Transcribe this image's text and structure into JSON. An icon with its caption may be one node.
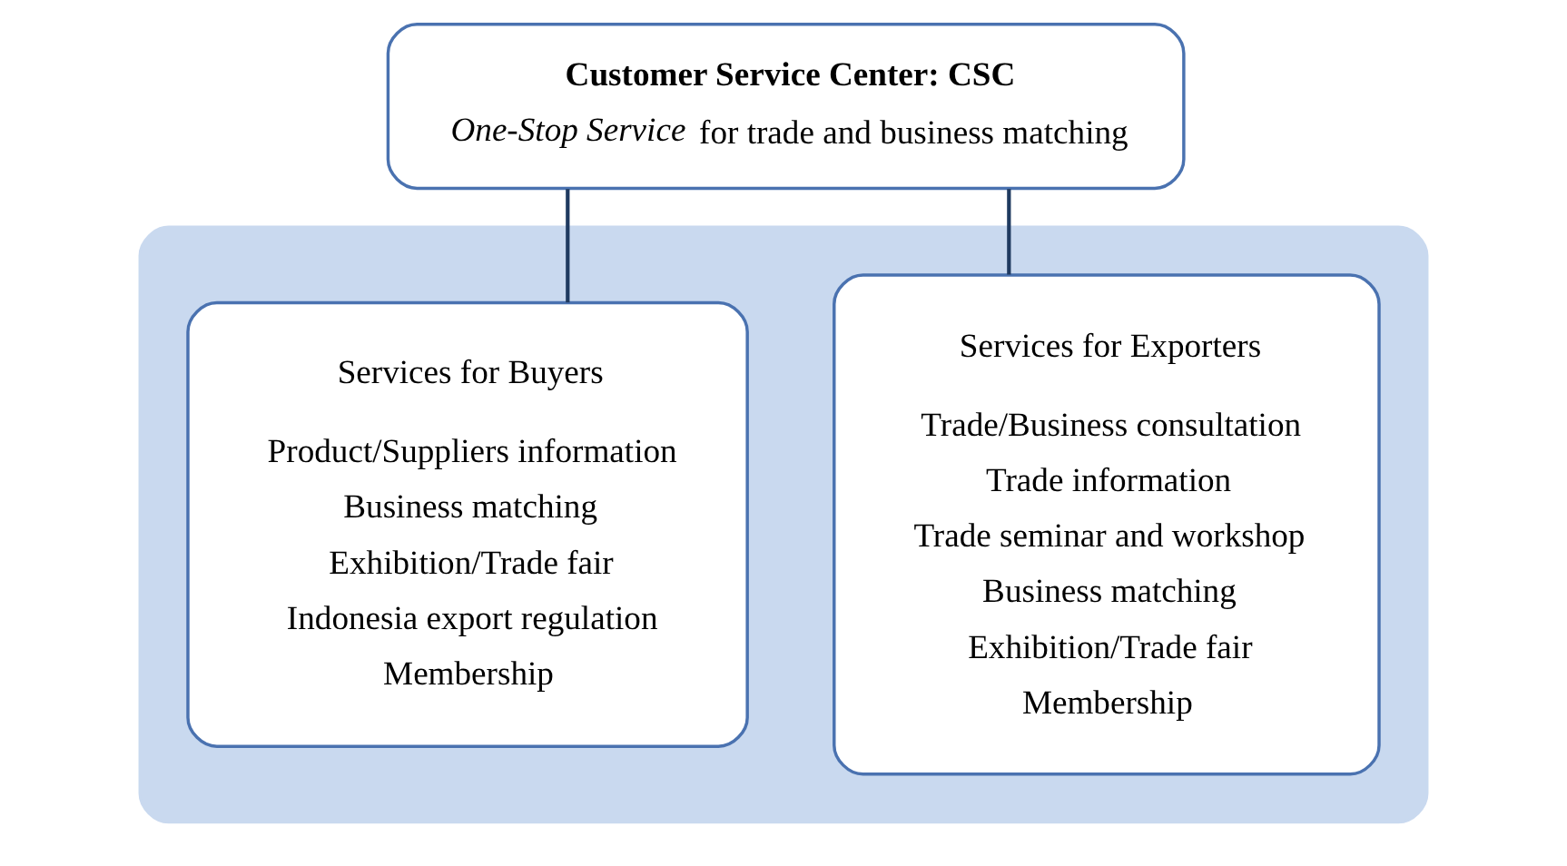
{
  "diagram": {
    "nodes": [
      {
        "text": [
          "Customer Service Center: CSC",
          "*One-Stop Service* for trade and business matching"
        ]
      },
      {
        "text": [],
        "shape": "box"
      },
      {
        "text": [
          "Services for Exporters",
          "Trade/Business consultation",
          "Trade information",
          "Trade seminar and workshop",
          "Business matching",
          "Exhibition/Trade fair",
          "Membership"
        ],
        "in": 1
      },
      {
        "text": [
          "Services for Buyers",
          "Product/Suppliers information",
          "Business matching",
          "Exhibition/Trade fair",
          "Indonesia export regulation",
          "Membership"
        ],
        "in": 1
      }
    ],
    "edges": [
      {
        "from": 0,
        "to": 2,
        "arrow": "none"
      },
      {
        "from": 0,
        "to": 3,
        "arrow": "none"
      }
    ]
  }
}
